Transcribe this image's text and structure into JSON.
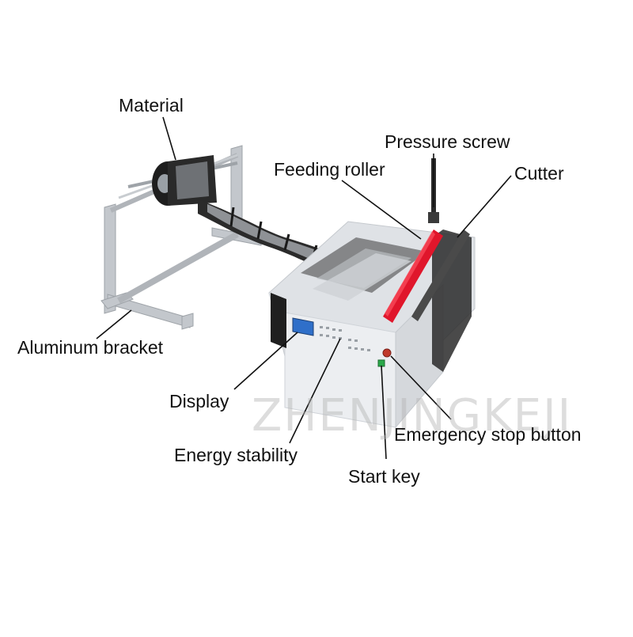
{
  "labels": {
    "material": "Material",
    "pressure_screw": "Pressure screw",
    "feeding_roller": "Feeding roller",
    "cutter": "Cutter",
    "aluminum_bracket": "Aluminum bracket",
    "display": "Display",
    "energy_stability": "Energy stability",
    "emergency_stop_button": "Emergency stop button",
    "start_key": "Start key"
  },
  "watermark": "ZHENJINGKEJI",
  "colors": {
    "frame": "#b9bdc2",
    "machine_body": "#e9ebee",
    "roller": "#e0162b",
    "display_screen": "#2f6fc9",
    "start_key": "#2aa84a",
    "stop_button": "#c0392b",
    "leader_line": "#111111"
  }
}
